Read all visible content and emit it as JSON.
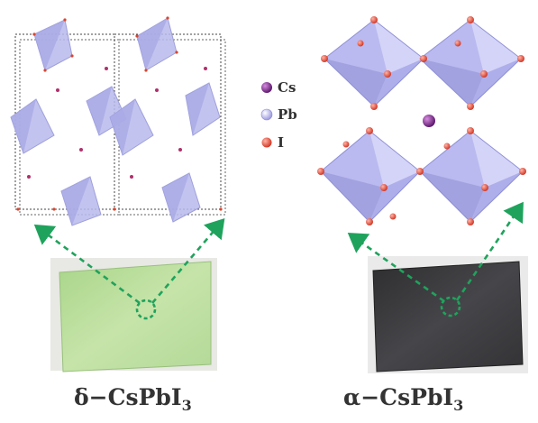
{
  "legend": {
    "items": [
      {
        "label": "Cs",
        "color": "#7b2d8b"
      },
      {
        "label": "Pb",
        "color": "#b8b6ea"
      },
      {
        "label": "I",
        "color": "#d9452e"
      }
    ]
  },
  "panels": [
    {
      "caption": "δ−CsPbI",
      "subscript": "3",
      "film_color": "#bfe0a2",
      "name": "delta-phase"
    },
    {
      "caption": "α−CsPbI",
      "subscript": "3",
      "film_color": "#3a3a3d",
      "name": "alpha-phase"
    }
  ],
  "colors": {
    "octahedron": "#b8b8ec",
    "octahedron_dark": "#9e9fdc",
    "arrow": "#1fa35c",
    "iodide": "#e25a48",
    "cesium": "#8b2f8f"
  }
}
